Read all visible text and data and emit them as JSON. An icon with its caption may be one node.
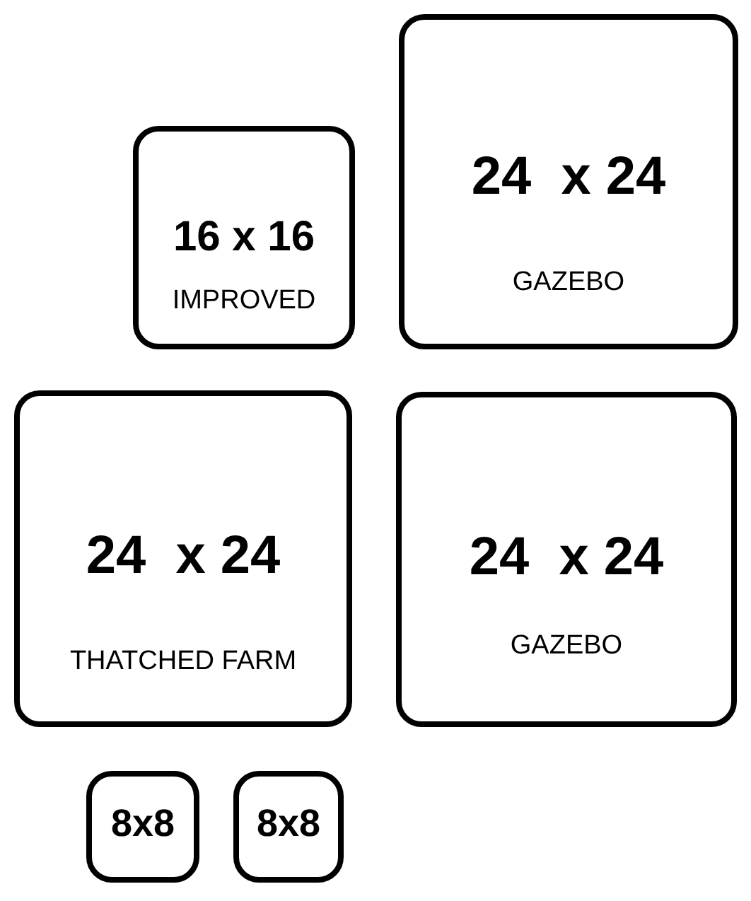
{
  "diagram": {
    "nodes": [
      {
        "text": [
          "16 x 16",
          "IMPROVED"
        ]
      },
      {
        "text": [
          "24  x 24",
          "GAZEBO"
        ]
      },
      {
        "text": [
          "24  x 24",
          "THATCHED FARM"
        ]
      },
      {
        "text": [
          "24  x 24",
          "GAZEBO"
        ]
      },
      {
        "text": [
          "8x8"
        ]
      },
      {
        "text": [
          "8x8"
        ]
      }
    ]
  }
}
